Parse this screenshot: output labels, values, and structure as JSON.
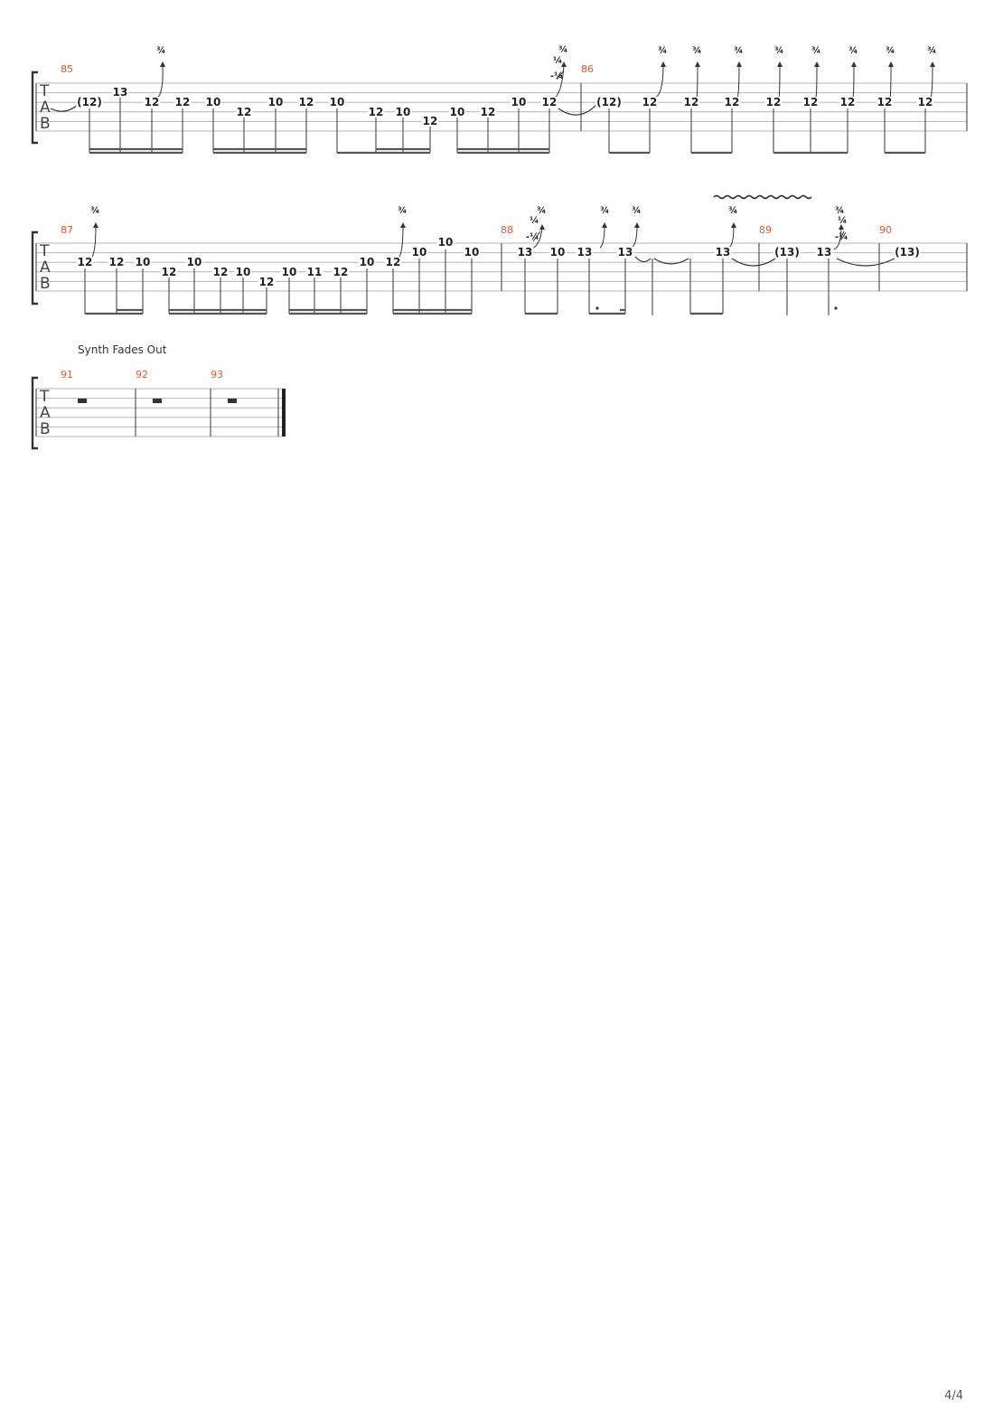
{
  "page": {
    "number_label": "4/4"
  },
  "colors": {
    "measure_number": "#e8572a",
    "staff": "#b5b5b5",
    "notes": "#222222"
  },
  "clef_letters": [
    "T",
    "A",
    "B"
  ],
  "systems": [
    {
      "measures": [
        {
          "number": "85",
          "notes": [
            {
              "fret": "(12)",
              "string": 2
            },
            {
              "fret": "13",
              "string": 1
            },
            {
              "fret": "12",
              "string": 2,
              "bend": "¾"
            },
            {
              "fret": "12",
              "string": 2
            },
            {
              "fret": "10",
              "string": 2
            },
            {
              "fret": "12",
              "string": 3
            },
            {
              "fret": "10",
              "string": 2
            },
            {
              "fret": "12",
              "string": 2
            },
            {
              "fret": "10",
              "string": 2
            },
            {
              "fret": "12",
              "string": 3
            },
            {
              "fret": "10",
              "string": 3
            },
            {
              "fret": "12",
              "string": 4
            },
            {
              "fret": "10",
              "string": 3
            },
            {
              "fret": "12",
              "string": 3
            },
            {
              "fret": "10",
              "string": 2
            },
            {
              "fret": "12",
              "string": 2,
              "bend": "¾",
              "prebend": [
                "¼",
                "-¼"
              ]
            }
          ]
        },
        {
          "number": "86",
          "notes": [
            {
              "fret": "(12)",
              "string": 2
            },
            {
              "fret": "12",
              "string": 2,
              "bend": "¾"
            },
            {
              "fret": "12",
              "string": 2,
              "bend": "¾"
            },
            {
              "fret": "12",
              "string": 2,
              "bend": "¾"
            },
            {
              "fret": "12",
              "string": 2,
              "bend": "¾"
            },
            {
              "fret": "12",
              "string": 2,
              "bend": "¾"
            },
            {
              "fret": "12",
              "string": 2,
              "bend": "¾"
            },
            {
              "fret": "12",
              "string": 2,
              "bend": "¾"
            },
            {
              "fret": "12",
              "string": 2,
              "bend": "¾"
            }
          ]
        }
      ]
    },
    {
      "measures": [
        {
          "number": "87",
          "notes": [
            {
              "fret": "12",
              "string": 2,
              "bend": "¾"
            },
            {
              "fret": "12",
              "string": 2
            },
            {
              "fret": "10",
              "string": 2
            },
            {
              "fret": "12",
              "string": 3
            },
            {
              "fret": "10",
              "string": 2
            },
            {
              "fret": "12",
              "string": 3
            },
            {
              "fret": "10",
              "string": 3
            },
            {
              "fret": "12",
              "string": 4
            },
            {
              "fret": "10",
              "string": 3
            },
            {
              "fret": "11",
              "string": 3
            },
            {
              "fret": "12",
              "string": 3
            },
            {
              "fret": "10",
              "string": 2
            },
            {
              "fret": "12",
              "string": 2,
              "bend": "¾"
            },
            {
              "fret": "10",
              "string": 1
            },
            {
              "fret": "10",
              "string": 0
            },
            {
              "fret": "10",
              "string": 1
            }
          ]
        },
        {
          "number": "88",
          "notes": [
            {
              "fret": "13",
              "string": 1,
              "bend": "¾",
              "prebend": [
                "¼",
                "-¼"
              ]
            },
            {
              "fret": "10",
              "string": 1
            },
            {
              "fret": "13",
              "string": 1,
              "bend": "¾"
            },
            {
              "fret": "13",
              "string": 1,
              "bend": "¾"
            },
            {
              "fret": "13",
              "string": 1,
              "bend": "¾"
            }
          ]
        },
        {
          "number": "89",
          "notes": [
            {
              "fret": "(13)",
              "string": 1
            },
            {
              "fret": "13",
              "string": 1,
              "bend": "¾",
              "prebend": [
                "¼",
                "-¼"
              ]
            }
          ]
        },
        {
          "number": "90",
          "notes": [
            {
              "fret": "(13)",
              "string": 1
            }
          ]
        }
      ]
    },
    {
      "text": "Synth Fades Out",
      "measures": [
        {
          "number": "91",
          "notes": []
        },
        {
          "number": "92",
          "notes": []
        },
        {
          "number": "93",
          "notes": []
        }
      ]
    }
  ]
}
